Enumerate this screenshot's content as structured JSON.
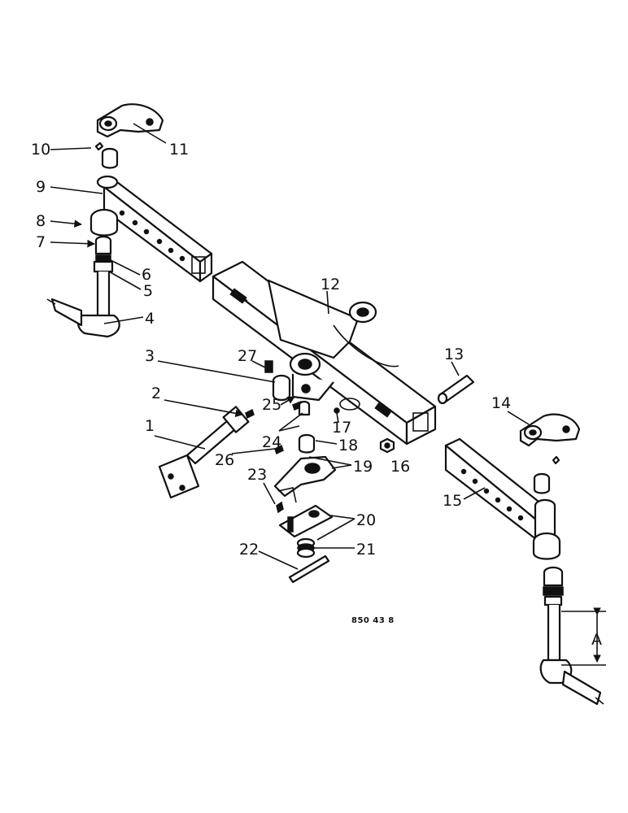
{
  "callouts": [
    "1",
    "2",
    "3",
    "4",
    "5",
    "6",
    "7",
    "8",
    "9",
    "10",
    "11",
    "12",
    "13",
    "14",
    "15",
    "16",
    "17",
    "18",
    "19",
    "20",
    "21",
    "22",
    "23",
    "24",
    "25",
    "26",
    "27"
  ],
  "dimension_label": "A",
  "reference_code": "850 43 8"
}
